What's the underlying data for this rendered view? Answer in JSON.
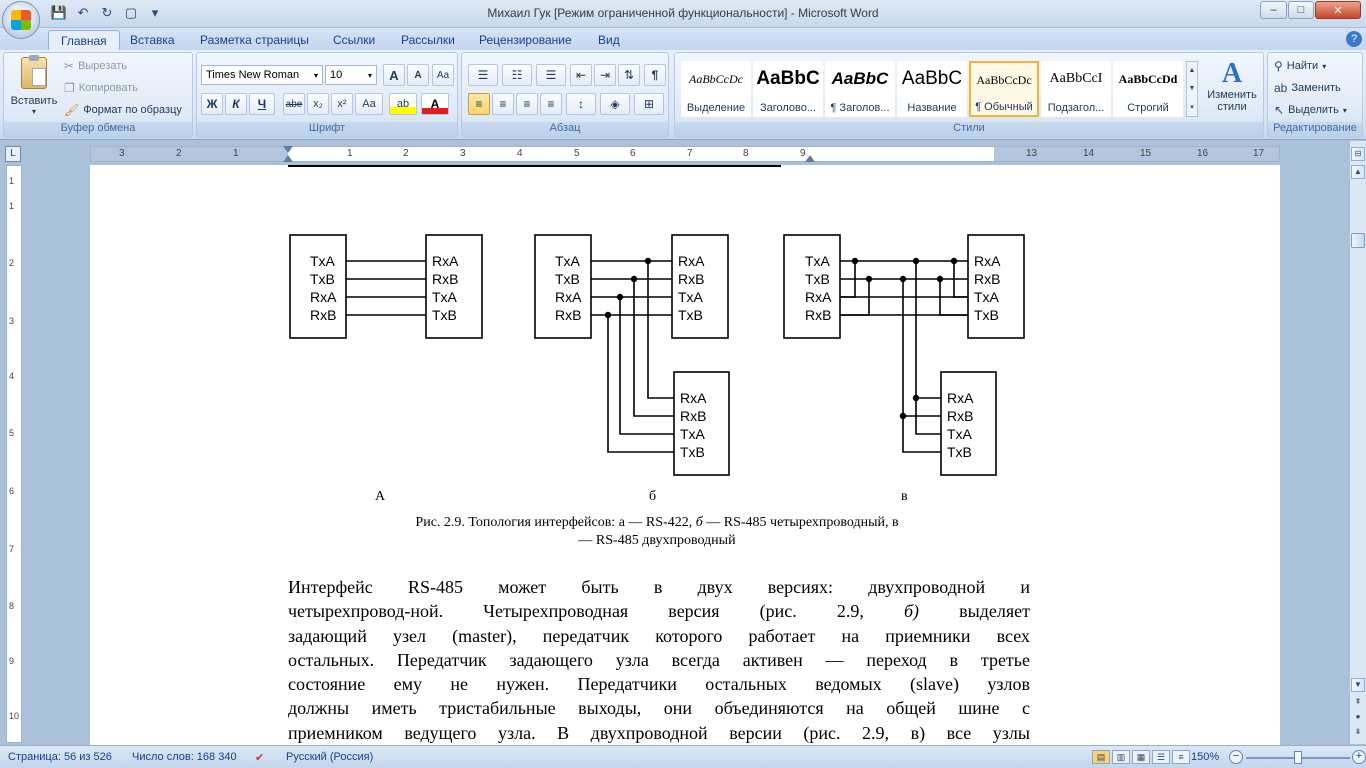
{
  "window": {
    "title": "Михаил Гук [Режим ограниченной функциональности] - Microsoft Word",
    "controls": {
      "minimize": "–",
      "maximize": "□",
      "close": "✕"
    }
  },
  "qat": {
    "save": "💾",
    "undo": "↶",
    "redo": "↻",
    "doc": "▢",
    "more": "▾"
  },
  "tabs": [
    "Главная",
    "Вставка",
    "Разметка страницы",
    "Ссылки",
    "Рассылки",
    "Рецензирование",
    "Вид"
  ],
  "help": "?",
  "ribbon": {
    "clipboard": {
      "label": "Буфер обмена",
      "paste": "Вставить",
      "cut": "Вырезать",
      "copy": "Копировать",
      "format_painter": "Формат по образцу"
    },
    "font": {
      "label": "Шрифт",
      "font_name": "Times New Roman",
      "font_size": "10",
      "grow": "A",
      "shrink": "A",
      "clear": "Aa",
      "bold": "Ж",
      "italic": "К",
      "underline": "Ч",
      "strike": "abe",
      "subscript": "x₂",
      "superscript": "x²",
      "case": "Aa",
      "highlight": "ab",
      "font_color": "A"
    },
    "paragraph": {
      "label": "Абзац"
    },
    "styles": {
      "label": "Стили",
      "items": [
        {
          "sample": "AaBbCcDc",
          "name": "Выделение"
        },
        {
          "sample": "AaBbC",
          "name": "Заголово..."
        },
        {
          "sample": "AaBbC",
          "name": "¶ Заголов..."
        },
        {
          "sample": "AaBbC",
          "name": "Название"
        },
        {
          "sample": "AaBbCcDc",
          "name": "¶ Обычный"
        },
        {
          "sample": "AaBbCcI",
          "name": "Подзагол..."
        },
        {
          "sample": "AaBbCcDd",
          "name": "Строгий"
        }
      ],
      "change_styles": "Изменить стили"
    },
    "editing": {
      "label": "Редактирование",
      "find": "Найти",
      "replace": "Заменить",
      "select": "Выделить"
    }
  },
  "ruler": {
    "corner": "L",
    "numbers": [
      "3",
      "2",
      "1",
      "1",
      "2",
      "3",
      "4",
      "5",
      "6",
      "7",
      "8",
      "9",
      "13",
      "14",
      "15",
      "16",
      "17"
    ],
    "vnumbers": [
      "1",
      "1",
      "2",
      "3",
      "4",
      "5",
      "6",
      "7",
      "8",
      "9",
      "10"
    ]
  },
  "figure": {
    "label_a": "А",
    "label_b": "б",
    "label_c": "в",
    "caption_line1_pre": "Рис. 2.9. Топология интерфейсов: а — RS-422, ",
    "caption_line1_it": "б",
    "caption_line1_post": " — RS-485 четырехпроводный, в",
    "caption_line2": "— RS-485 двухпроводный",
    "box_tx": [
      "TxA",
      "TxB",
      "RxA",
      "RxB"
    ],
    "box_rx": [
      "RxA",
      "RxB",
      "TxA",
      "TxB"
    ]
  },
  "body": {
    "l1": "Интерфейс RS-485 может быть в двух версиях: двухпроводной и",
    "l2a": "четырехпровод-ной. Четырехпроводная версия (рис. 2.9, ",
    "l2b": "б)",
    "l2c": " выделяет",
    "l3": "задающий узел (master), передатчик которого работает на приемники всех",
    "l4": "остальных. Передатчик задающего узла всегда активен — переход в третье",
    "l5": "состояние ему не нужен. Передатчики остальных ведомых (slave) узлов",
    "l6": "должны иметь тристабильные выходы, они объединяются на общей шине с",
    "l7": "приемником ведущего узла. В двухпроводной версии (рис. 2.9, в) все узлы"
  },
  "status": {
    "page": "Страница: 56 из 526",
    "words": "Число слов: 168 340",
    "lang": "Русский (Россия)",
    "zoom": "150%"
  }
}
